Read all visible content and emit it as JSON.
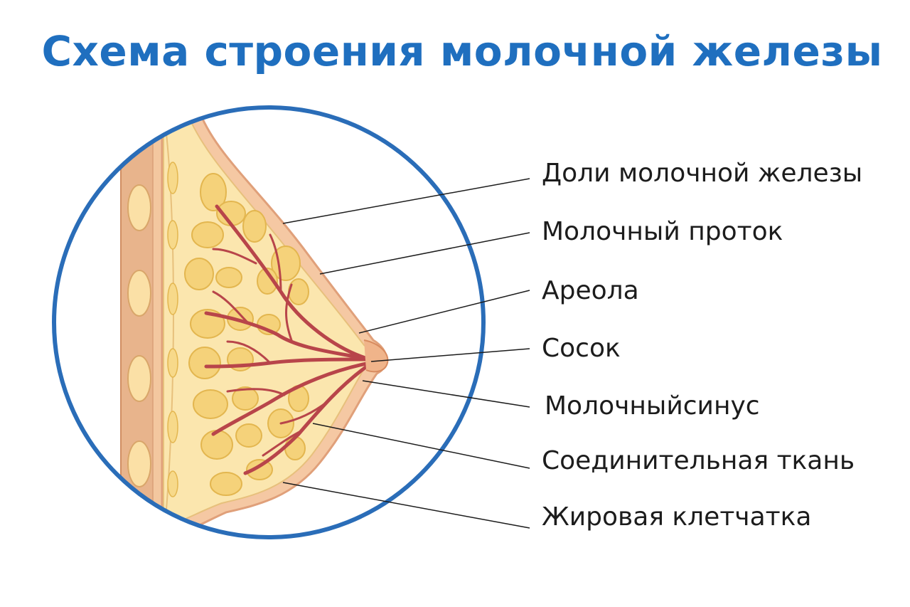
{
  "title": "Схема строения молочной железы",
  "colors": {
    "title": "#1f6fbf",
    "circle": "#2a6db8",
    "skin": "#f5c8a3",
    "skin_outline": "#e0a07a",
    "muscle": "#e8b48c",
    "fat": "#fbe6ae",
    "lobule": "#f5d27a",
    "lobule_outline": "#e3b64f",
    "duct": "#b8454a",
    "leader": "#1c1c1c"
  },
  "labels": [
    {
      "id": "lobes",
      "text": "Доли молочной железы"
    },
    {
      "id": "duct",
      "text": "Молочный проток"
    },
    {
      "id": "areola",
      "text": "Ареола"
    },
    {
      "id": "nipple",
      "text": "Сосок"
    },
    {
      "id": "sinus",
      "text": "Молочныйсинус"
    },
    {
      "id": "connective",
      "text": "Соединительная ткань"
    },
    {
      "id": "fat",
      "text": "Жировая клетчатка"
    }
  ]
}
